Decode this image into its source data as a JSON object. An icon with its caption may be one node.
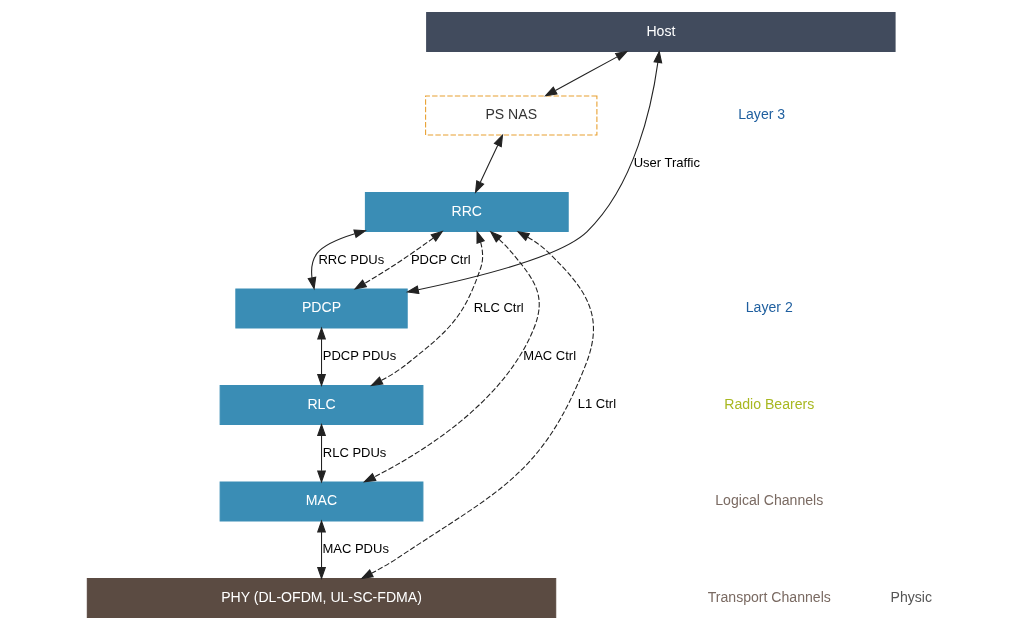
{
  "diagram": {
    "nodes": [
      {
        "text": [
          "Host"
        ]
      },
      {
        "text": [
          "PS NAS"
        ]
      },
      {
        "text": [
          "RRC"
        ]
      },
      {
        "text": [
          "PDCP"
        ]
      },
      {
        "text": [
          "RLC"
        ]
      },
      {
        "text": [
          "MAC"
        ]
      },
      {
        "text": [
          "PHY (DL-OFDM, UL-SC-FDMA)"
        ]
      }
    ],
    "edges": [
      {
        "from": 0,
        "to": 1,
        "arrow": "both"
      },
      {
        "from": 1,
        "to": 2,
        "arrow": "both"
      },
      {
        "from": 0,
        "to": 3,
        "arrow": "both",
        "label": "User Traffic"
      },
      {
        "from": 2,
        "to": 3,
        "arrow": "both",
        "label": "RRC PDUs"
      },
      {
        "from": 2,
        "to": 3,
        "arrow": "both",
        "label": "PDCP Ctrl",
        "style": "dashed"
      },
      {
        "from": 2,
        "to": 4,
        "arrow": "both",
        "label": "RLC Ctrl",
        "style": "dashed"
      },
      {
        "from": 2,
        "to": 5,
        "arrow": "both",
        "label": "MAC Ctrl",
        "style": "dashed"
      },
      {
        "from": 2,
        "to": 6,
        "arrow": "both",
        "label": "L1 Ctrl",
        "style": "dashed"
      },
      {
        "from": 3,
        "to": 4,
        "arrow": "both",
        "label": "PDCP PDUs"
      },
      {
        "from": 4,
        "to": 5,
        "arrow": "both",
        "label": "RLC PDUs"
      },
      {
        "from": 5,
        "to": 6,
        "arrow": "both",
        "label": "MAC PDUs"
      }
    ],
    "labels": [
      "Layer 3",
      "Layer 2",
      "Radio Bearers",
      "Logical Channels",
      "Transport Channels",
      "Physic"
    ]
  }
}
